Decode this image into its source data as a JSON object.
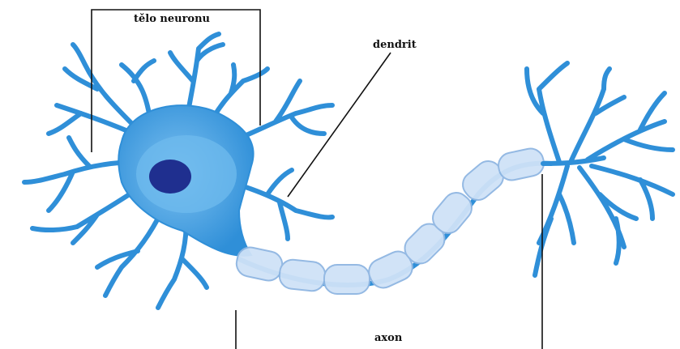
{
  "labels": {
    "cell_body": "tělo neuronu",
    "dendrite": "dendrit",
    "axon": "axon"
  },
  "colors": {
    "neuron_blue": "#2f8fd8",
    "soma_light": "#5fb0ea",
    "nucleus": "#1f2f8f",
    "myelin_sheath": "#cfe2f7",
    "myelin_outline": "#8fb6e2",
    "leader_line": "#111111"
  }
}
